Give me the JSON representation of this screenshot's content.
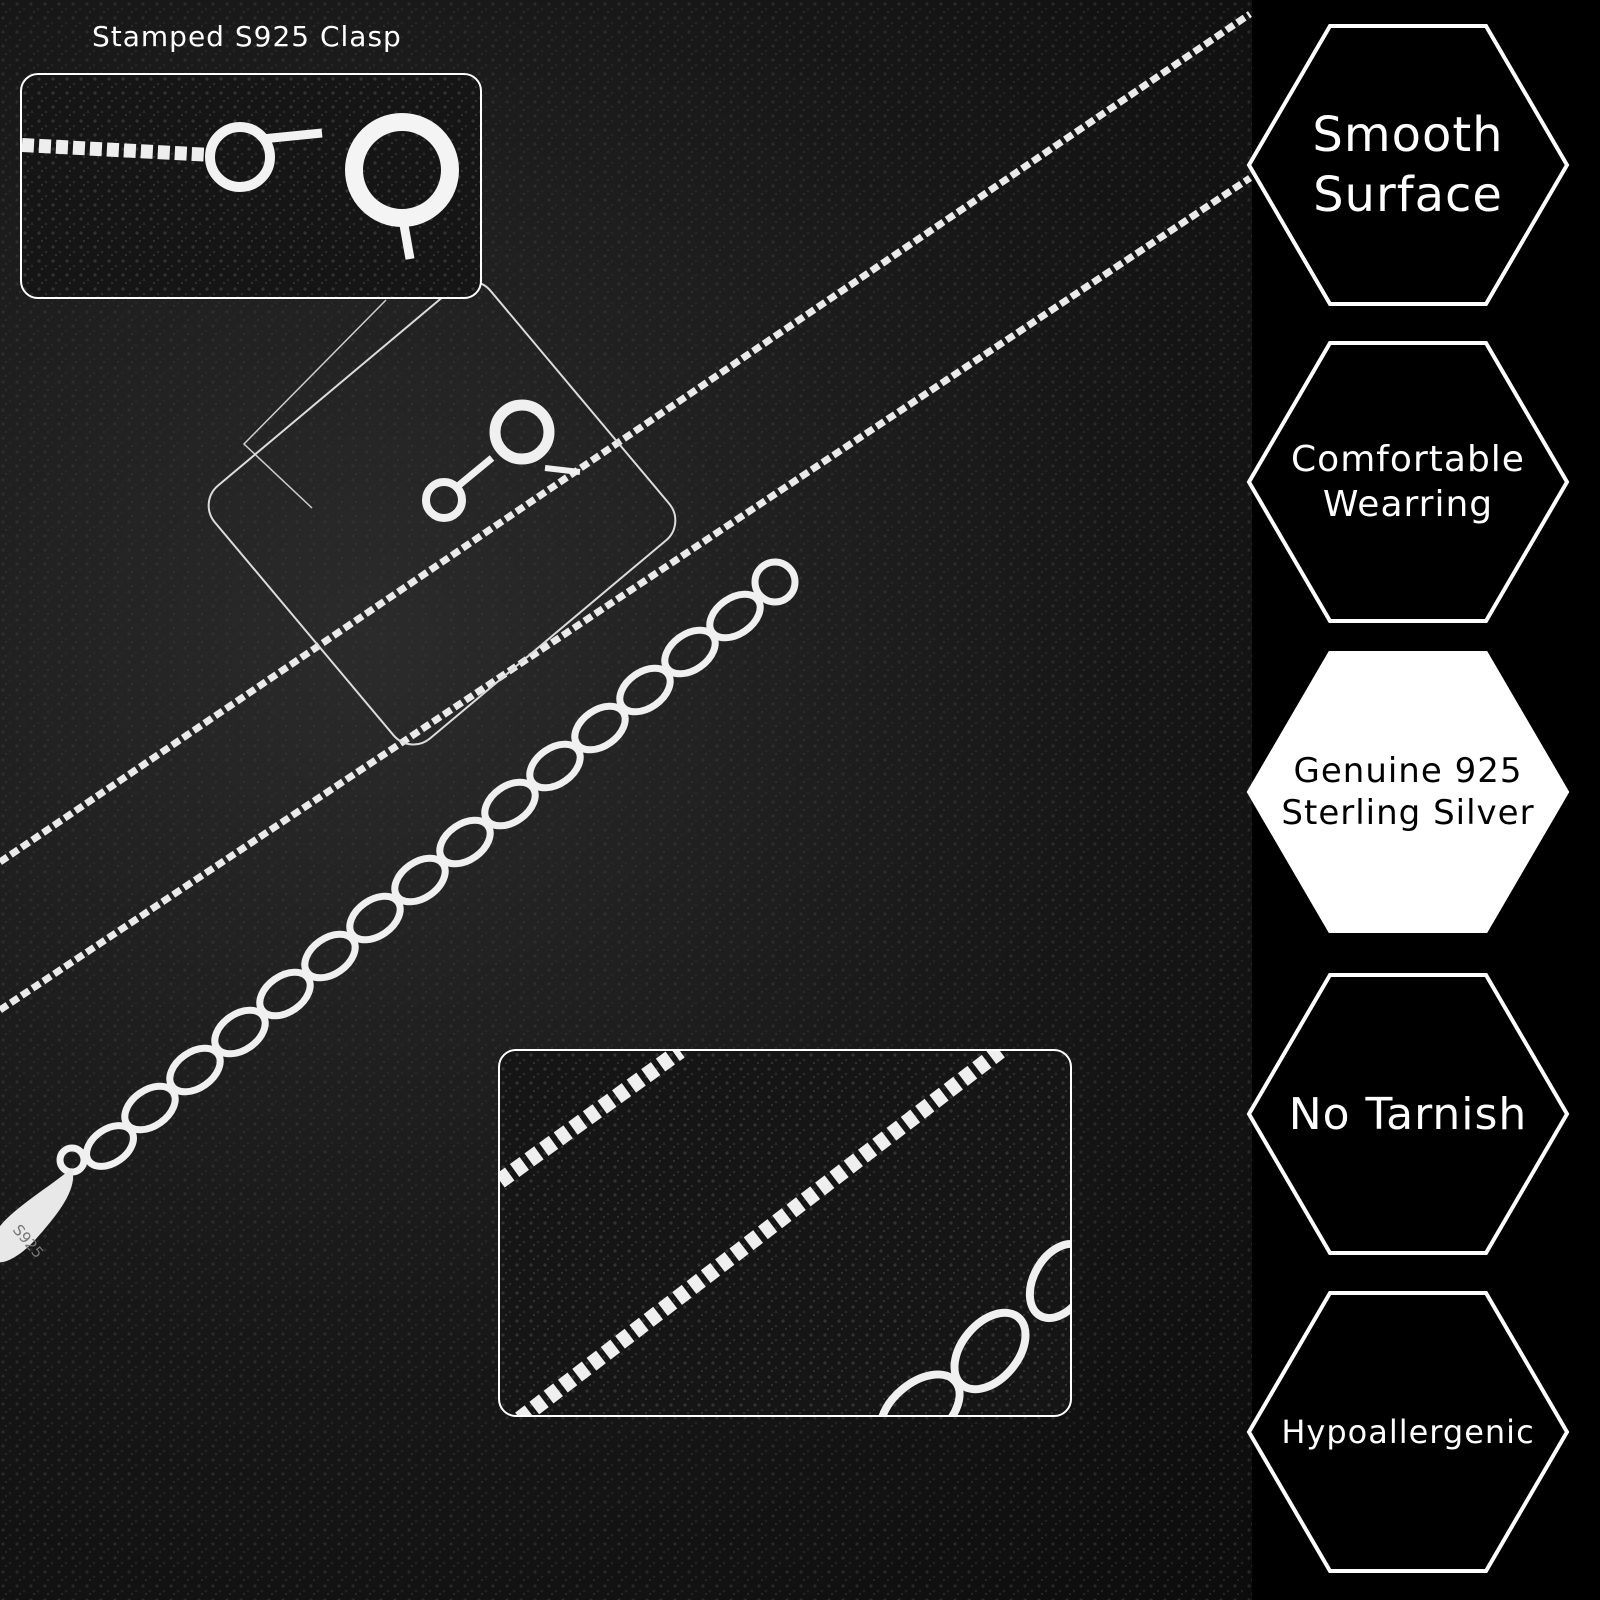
{
  "caption": "Stamped S925 Clasp",
  "tag_stamp": "S925",
  "colors": {
    "background": "#000000",
    "silver": "#f2f2f2",
    "badge_white": "#ffffff"
  },
  "badges": [
    {
      "label": "Smooth\nSurface",
      "style": "outline"
    },
    {
      "label": "Comfortable\nWearring",
      "style": "outline"
    },
    {
      "label": "Genuine 925\nSterling Silver",
      "style": "filled"
    },
    {
      "label": "No Tarnish",
      "style": "outline"
    },
    {
      "label": "Hypoallergenic",
      "style": "outline"
    }
  ]
}
